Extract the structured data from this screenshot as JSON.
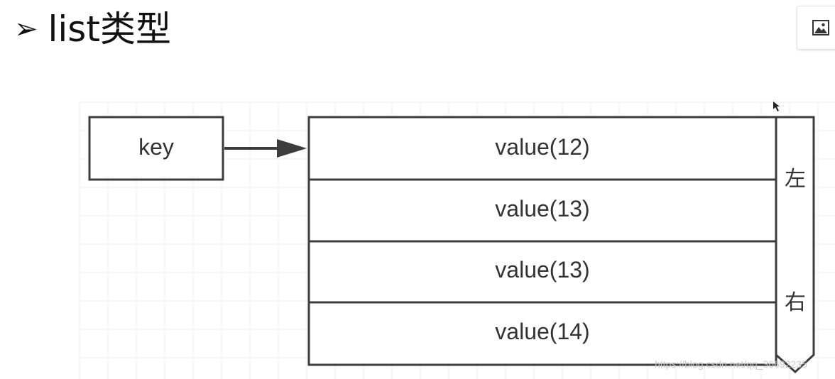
{
  "heading": {
    "bullet": "➢",
    "title": "list类型"
  },
  "toolbar": {
    "icon": "image-icon"
  },
  "diagram": {
    "key_label": "key",
    "values": [
      "value(12)",
      "value(13)",
      "value(13)",
      "value(14)"
    ],
    "left_label": "左",
    "right_label": "右"
  },
  "watermark": "https://blog.csdn.net/qq_36692235",
  "colors": {
    "stroke": "#3c3c3c",
    "grid": "#ececec",
    "text": "#333333"
  }
}
